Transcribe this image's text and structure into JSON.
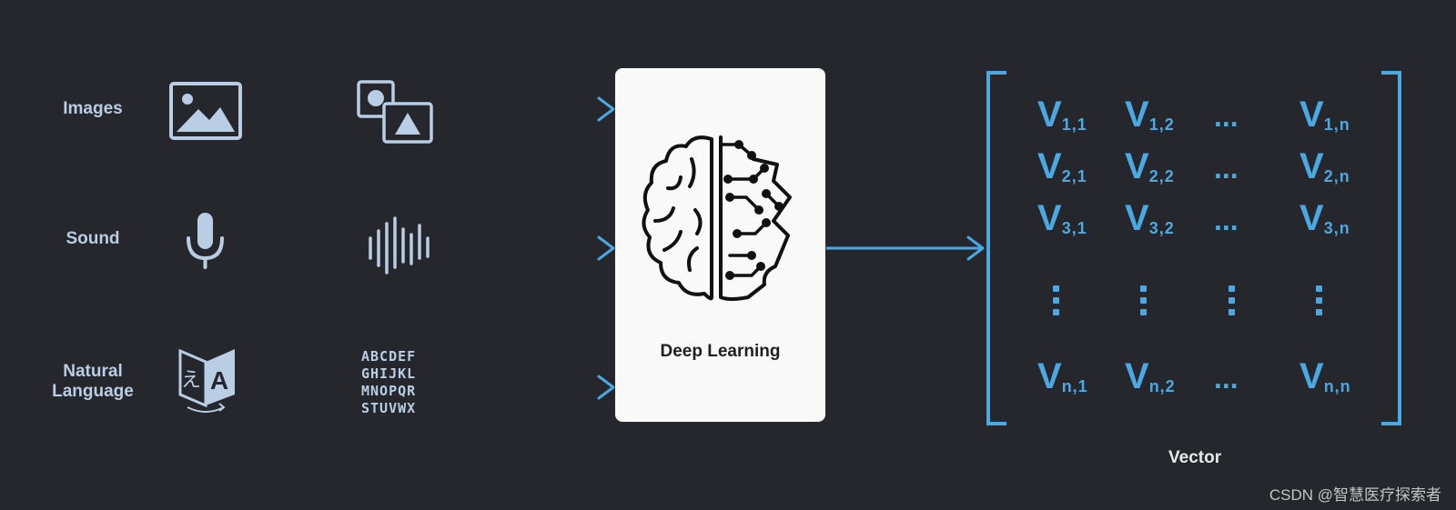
{
  "inputs": {
    "images": "Images",
    "sound": "Sound",
    "natural_language": [
      "Natural",
      "Language"
    ]
  },
  "alphabet": [
    "ABCDEF",
    "GHIJKL",
    "MNOPQR",
    "STUVWX"
  ],
  "model": {
    "title": "Deep Learning"
  },
  "vector": {
    "label": "Vector",
    "rows": [
      [
        [
          "V",
          "1,1"
        ],
        [
          "V",
          "1,2"
        ],
        [
          "...",
          ""
        ],
        [
          "V",
          "1,n"
        ]
      ],
      [
        [
          "V",
          "2,1"
        ],
        [
          "V",
          "2,2"
        ],
        [
          "...",
          ""
        ],
        [
          "V",
          "2,n"
        ]
      ],
      [
        [
          "V",
          "3,1"
        ],
        [
          "V",
          "3,2"
        ],
        [
          "...",
          ""
        ],
        [
          "V",
          "3,n"
        ]
      ],
      [
        [
          "V",
          "n,1"
        ],
        [
          "V",
          "n,2"
        ],
        [
          "...",
          ""
        ],
        [
          "V",
          "n,n"
        ]
      ]
    ]
  },
  "watermark": "CSDN @智慧医疗探索者",
  "colors": {
    "background": "#25272d",
    "accent": "#4aa9e2",
    "icon": "#b9cde4",
    "card": "#f9f9f9"
  }
}
